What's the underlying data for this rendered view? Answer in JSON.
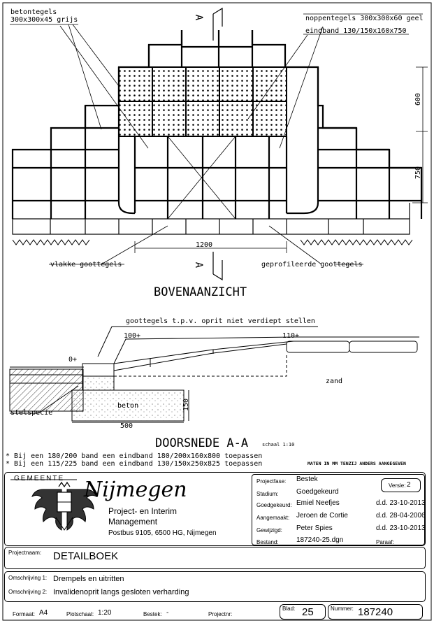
{
  "drawing": {
    "labels": {
      "betontegels": "betontegels",
      "betontegels_size": "300x300x45 grijs",
      "noppentegels": "noppentegels 300x300x60 geel",
      "eindband": "eindband 130/150x160x750",
      "section_mark": "A",
      "dim_600": "600",
      "dim_750": "750",
      "dim_1200": "1200",
      "vlakke": "vlakke goottegels",
      "geprofileerde": "geprofileerde goottegels",
      "bovenaanzicht": "BOVENAANZICHT",
      "goottegels_note": "goottegels t.p.v. oprit niet verdiept stellen",
      "level_100": "100+",
      "level_110": "110+",
      "level_0": "0+",
      "zand": "zand",
      "beton": "beton",
      "dim_150": "150",
      "stelspecie": "stelspecie",
      "dim_500": "500",
      "doorsnede": "DOORSNEDE A-A",
      "schaal": "schaal 1:10",
      "note1": "* Bij een 180/200 band een eindband 180/200x160x800 toepassen",
      "note2": "* Bij een 115/225 band een eindband 130/150x250x825 toepassen",
      "maten": "MATEN IN MM TENZIJ ANDERS AANGEGEVEN"
    }
  },
  "titleblock": {
    "gemeente": "GEMEENTE",
    "city": "Nijmegen",
    "dept_line1": "Project- en Interim",
    "dept_line2": "Management",
    "address": "Postbus 9105, 6500 HG, Nijmegen",
    "projectfase_label": "Projectfase:",
    "projectfase": "Bestek",
    "stadium_label": "Stadium:",
    "stadium": "Goedgekeurd",
    "versie_label": "Versie:",
    "versie": "2",
    "goedgekeurd_label": "Goedgekeurd:",
    "goedgekeurd": "Emiel Neefjes",
    "goedgekeurd_date": "d.d. 23-10-2013",
    "aangemaakt_label": "Aangemaakt:",
    "aangemaakt": "Jeroen de Cortie",
    "aangemaakt_date": "d.d. 28-04-2006",
    "gewijzigd_label": "Gewijzigd:",
    "gewijzigd": "Peter Spies",
    "gewijzigd_date": "d.d. 23-10-2013",
    "bestand_label": "Bestand:",
    "bestand": "187240-25.dgn",
    "paraaf_label": "Paraaf:",
    "projectnaam_label": "Projectnaam:",
    "projectnaam": "DETAILBOEK",
    "omschrijving1_label": "Omschrijving 1:",
    "omschrijving1": "Drempels en uitritten",
    "omschrijving2_label": "Omschrijving 2:",
    "omschrijving2": "Invalidenoprit langs gesloten verharding",
    "formaat_label": "Formaat:",
    "formaat": "A4",
    "plotschaal_label": "Plotschaal:",
    "plotschaal": "1:20",
    "bestek_label": "Bestek:",
    "bestek": "-",
    "projectnr_label": "Projectnr:",
    "projectnr": "",
    "blad_label": "Blad:",
    "blad": "25",
    "nummer_label": "Nummer:",
    "nummer": "187240"
  }
}
